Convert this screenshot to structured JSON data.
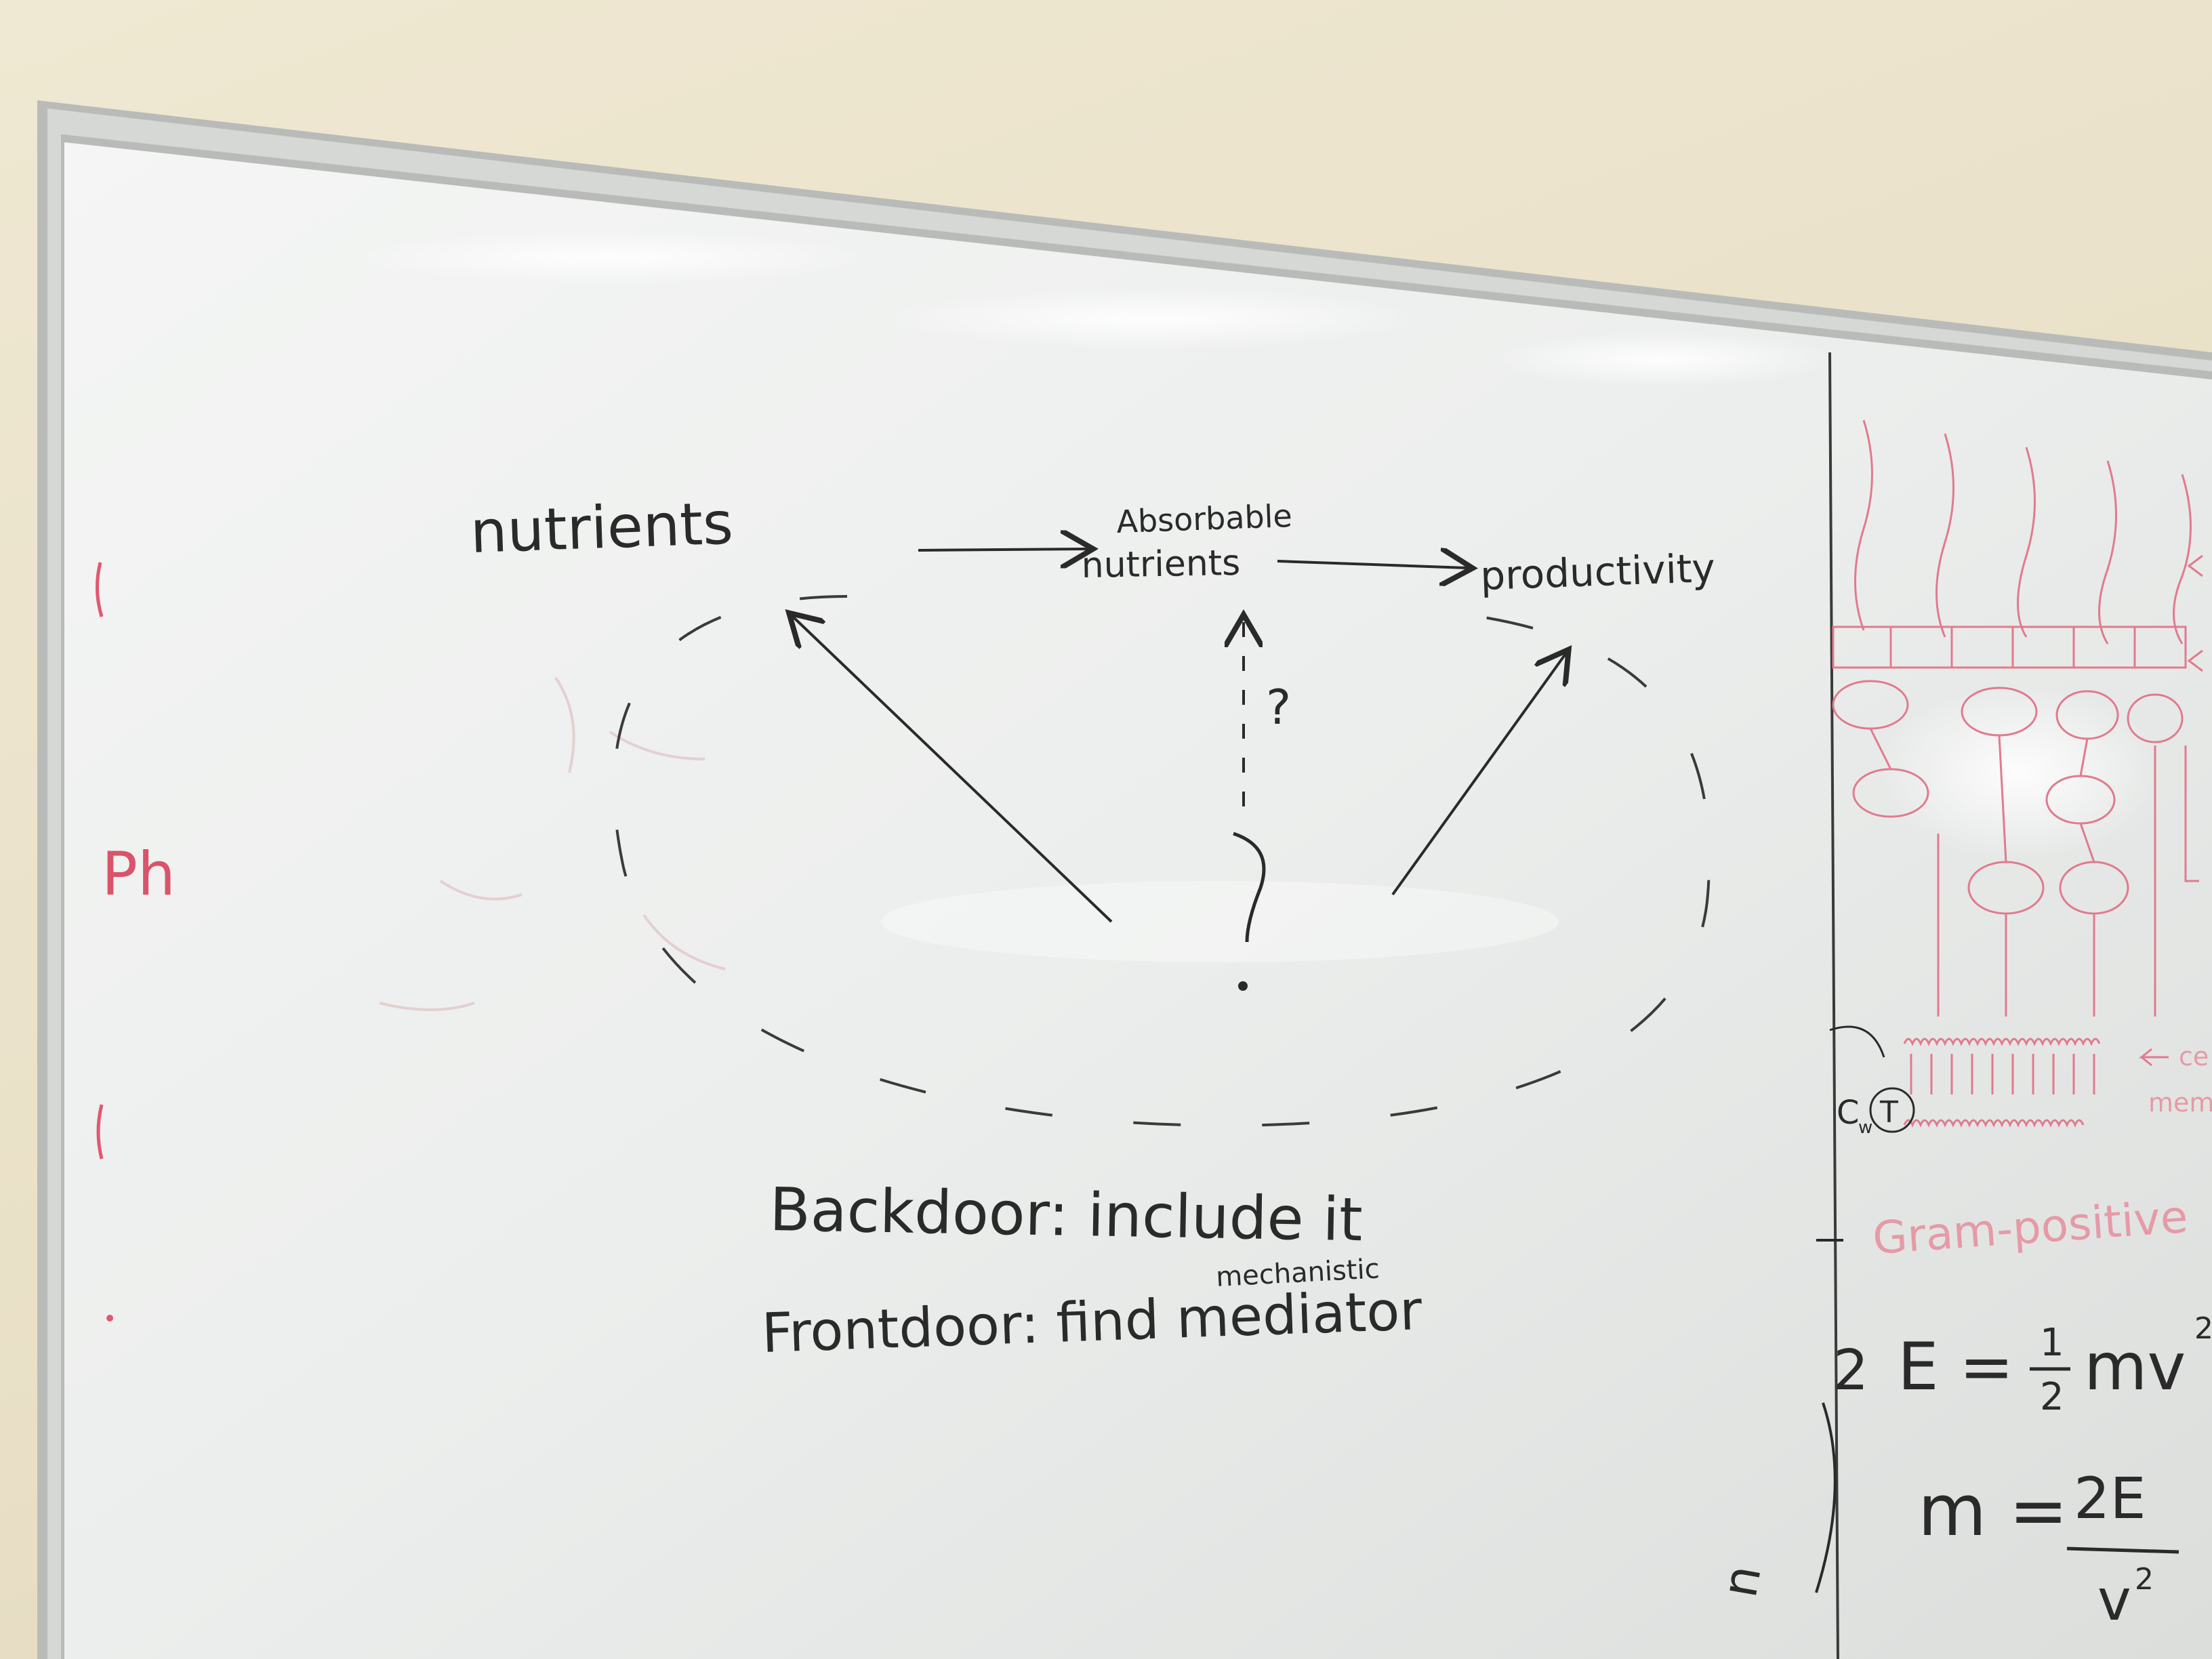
{
  "board": {
    "left_diagram": {
      "node_nutrients": "nutrients",
      "node_absorbable_line1": "Absorbable",
      "node_absorbable_line2": "nutrients",
      "node_productivity": "productivity",
      "question_mark": "?",
      "backdoor_text": "Backdoor: include it",
      "frontdoor_text": "Frontdoor: find mediator",
      "frontdoor_superscript": "mechanistic"
    },
    "left_margin": {
      "fragment": "Ph"
    },
    "right_panel": {
      "cell_label_1": "ce",
      "cell_label_2": "membr",
      "gram_label": "Gram-positive",
      "circle_label_c": "C",
      "circle_label_w": "w",
      "circle_label_t": "T",
      "equation_1_left": "E = ",
      "equation_1_frac_num": "1",
      "equation_1_frac_den": "2",
      "equation_1_right": "mv",
      "equation_1_exp": "2",
      "equation_2_left": "m = ",
      "equation_2_num": "2E",
      "equation_2_den": "v",
      "equation_2_den_exp": "2",
      "equation_prefix": "2",
      "side_fragment": "n"
    }
  }
}
